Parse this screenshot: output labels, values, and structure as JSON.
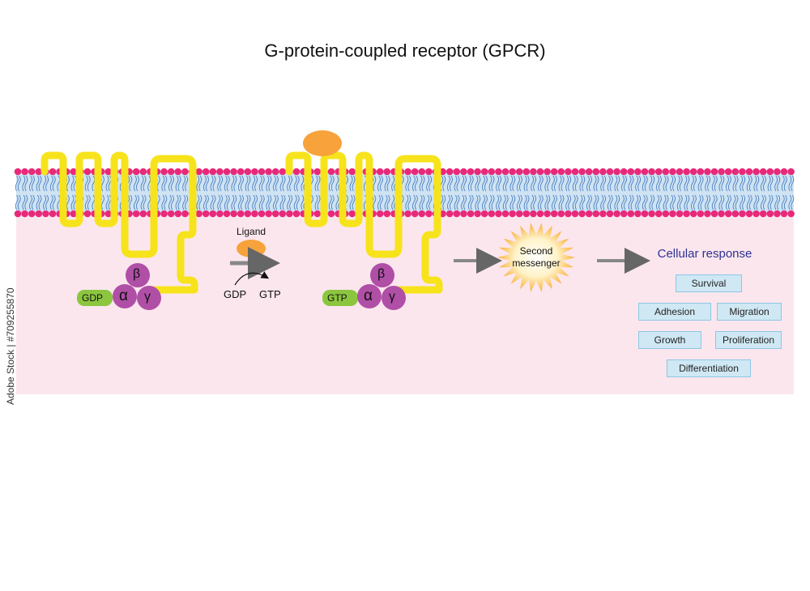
{
  "title": "G-protein-coupled receptor (GPCR)",
  "left_receptor": {
    "nucleotide": "GDP",
    "subunits": {
      "alpha": "α",
      "beta": "β",
      "gamma": "γ"
    }
  },
  "activation_step": {
    "ligand_label": "Ligand",
    "from": "GDP",
    "to": "GTP"
  },
  "right_receptor": {
    "nucleotide": "GTP",
    "subunits": {
      "alpha": "α",
      "beta": "β",
      "gamma": "γ"
    }
  },
  "second_messenger": "Second messenger",
  "cellular_response": {
    "heading": "Cellular response",
    "items": [
      "Survival",
      "Adhesion",
      "Migration",
      "Growth",
      "Proliferation",
      "Differentiation"
    ]
  },
  "watermark": "Adobe Stock | #709255870",
  "colors": {
    "membrane_head": "#e8297a",
    "lipid_tail": "#4a7fc0",
    "membrane_band": "#cfe3f3",
    "cytoplasm": "#fbe6ee",
    "receptor": "#f7e31b",
    "g_protein": "#b04fa6",
    "gdp_gtp": "#8cc63f",
    "ligand": "#f7a23a",
    "heading_blue": "#2e3191"
  }
}
